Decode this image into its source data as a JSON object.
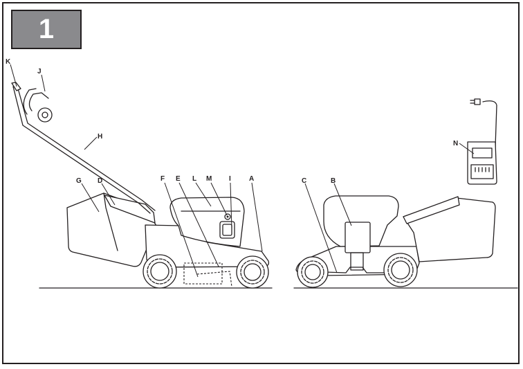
{
  "figure": {
    "number": "1"
  },
  "labels": {
    "A": "A",
    "B": "B",
    "C": "C",
    "D": "D",
    "E": "E",
    "F": "F",
    "G": "G",
    "H": "H",
    "I": "I",
    "J": "J",
    "K": "K",
    "L": "L",
    "M": "M",
    "N": "N"
  },
  "colors": {
    "badge_fill": "#8a8a8d",
    "line": "#231f20"
  },
  "icons": {
    "left_view": "lawn-mower-side-view-icon",
    "right_view": "lawn-mower-reverse-side-view-icon",
    "charger": "battery-charger-icon"
  }
}
